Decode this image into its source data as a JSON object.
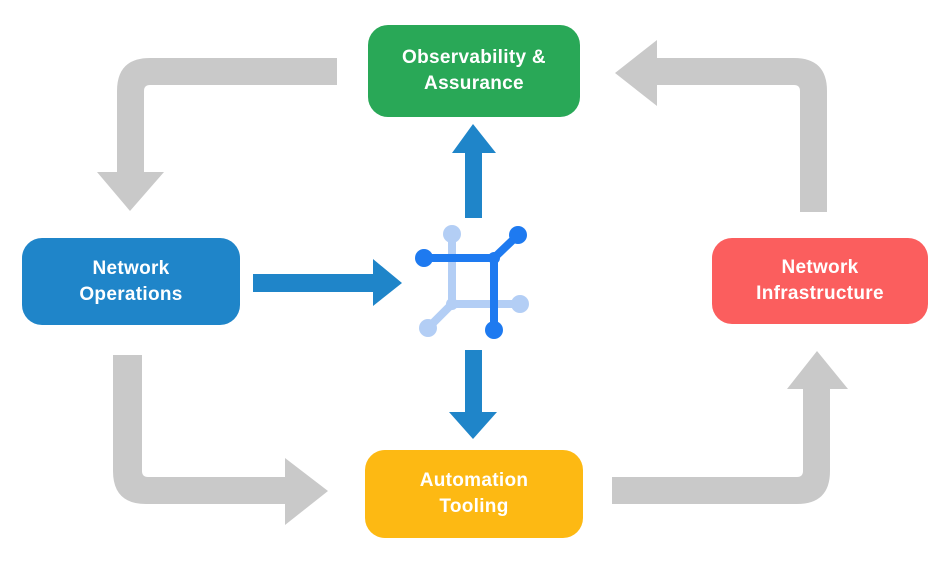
{
  "diagram": {
    "type": "cycle-flow-diagram"
  },
  "nodes": [
    {
      "id": "observability-assurance",
      "label": "Observability &\nAssurance",
      "color": "#29a857",
      "position": "top"
    },
    {
      "id": "network-operations",
      "label": "Network\nOperations",
      "color": "#1f85c9",
      "position": "left"
    },
    {
      "id": "network-infrastructure",
      "label": "Network\nInfrastructure",
      "color": "#fb5e5e",
      "position": "right"
    },
    {
      "id": "automation-tooling",
      "label": "Automation\nTooling",
      "color": "#fdb913",
      "position": "bottom"
    }
  ],
  "arrows": [
    {
      "name": "cycle-arrow-observability-to-operations",
      "style": "gray"
    },
    {
      "name": "cycle-arrow-operations-to-automation",
      "style": "gray"
    },
    {
      "name": "cycle-arrow-automation-to-infrastructure",
      "style": "gray"
    },
    {
      "name": "cycle-arrow-infrastructure-to-observability",
      "style": "gray"
    },
    {
      "name": "flow-arrow-operations-to-center",
      "style": "blue"
    },
    {
      "name": "flow-arrow-center-to-observability",
      "style": "blue"
    },
    {
      "name": "flow-arrow-center-to-automation",
      "style": "blue"
    }
  ],
  "icons": [
    {
      "name": "network-fabric-icon",
      "description": "square mesh network glyph with branch nodes"
    }
  ],
  "colors": {
    "background": "#ffffff",
    "cycle_arrow_gray": "#c9c9c9",
    "flow_arrow_blue": "#1f85c9",
    "icon_dark_blue": "#1e7af0",
    "icon_light_blue": "#b3cef5",
    "node_text": "#ffffff"
  }
}
